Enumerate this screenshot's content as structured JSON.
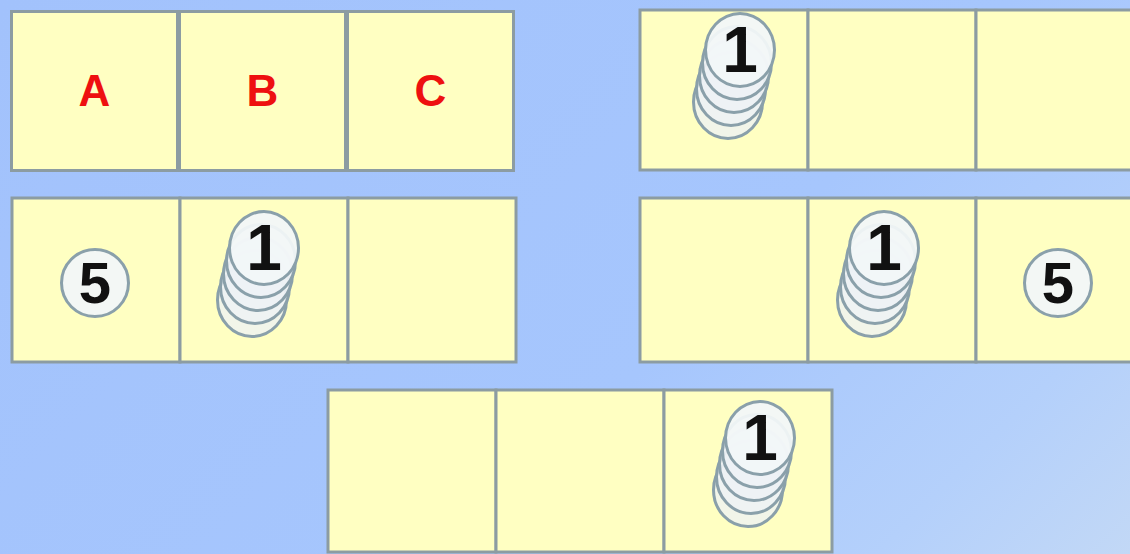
{
  "diagram": {
    "nodes": [
      {
        "text": [
          "A"
        ]
      },
      {
        "text": [
          "B"
        ]
      },
      {
        "text": [
          "C"
        ]
      },
      {
        "text": [
          "1"
        ]
      },
      {
        "text": [
          "5"
        ]
      },
      {
        "text": [
          "1"
        ]
      },
      {
        "text": [
          "1"
        ]
      },
      {
        "text": [
          "5"
        ]
      },
      {
        "text": [
          "1"
        ]
      }
    ]
  }
}
